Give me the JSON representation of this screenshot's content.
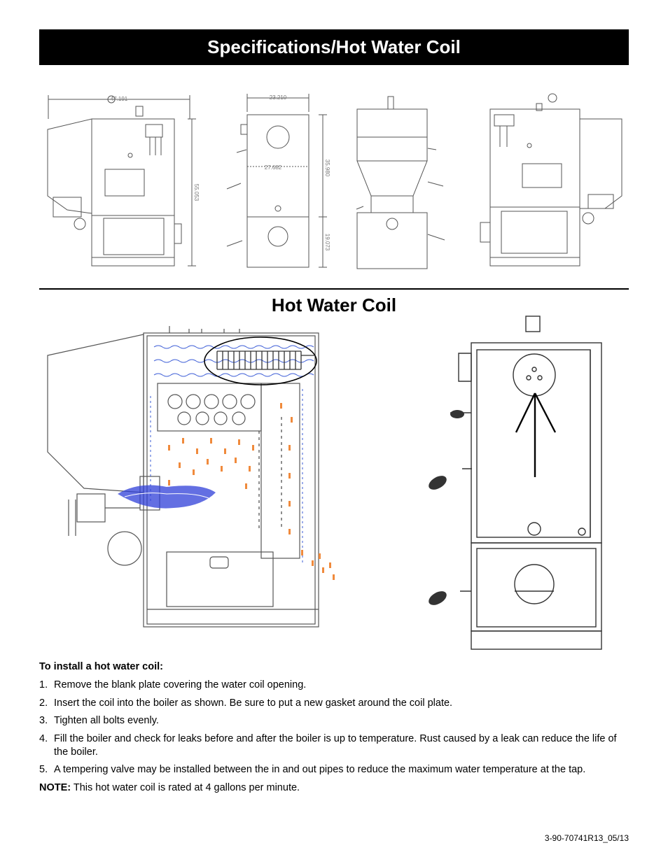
{
  "header": {
    "title": "Specifications/Hot Water Coil"
  },
  "dimensions": {
    "overall_depth": "47.191",
    "width": "23.210",
    "height": "55.053",
    "inner_depth": "27.682",
    "upper_height": "35.980",
    "lower_height": "19.073"
  },
  "section": {
    "title": "Hot Water Coil"
  },
  "instructions": {
    "heading": "To install a hot water coil:",
    "steps": [
      {
        "num": "1.",
        "text": "Remove the blank plate covering the water coil opening."
      },
      {
        "num": "2.",
        "text": "Insert the coil into the boiler as shown. Be sure to put a new gasket around the coil plate."
      },
      {
        "num": "3.",
        "text": "Tighten all bolts evenly."
      },
      {
        "num": "4.",
        "text": "Fill the boiler and check for leaks before and after the boiler is up to temperature. Rust caused by a leak can reduce the life of the boiler."
      },
      {
        "num": "5.",
        "text": "A tempering valve may be installed between the in and out pipes to reduce the maximum water temperature at the tap."
      }
    ],
    "note_label": "NOTE:",
    "note_text": " This hot water coil is rated at 4 gallons per minute."
  },
  "footer": {
    "doc_number": "3-90-70741R13_05/13"
  },
  "colors": {
    "water": "#3a5bd6",
    "flame": "#f08a3c",
    "fuel": "#2f3fd8"
  }
}
